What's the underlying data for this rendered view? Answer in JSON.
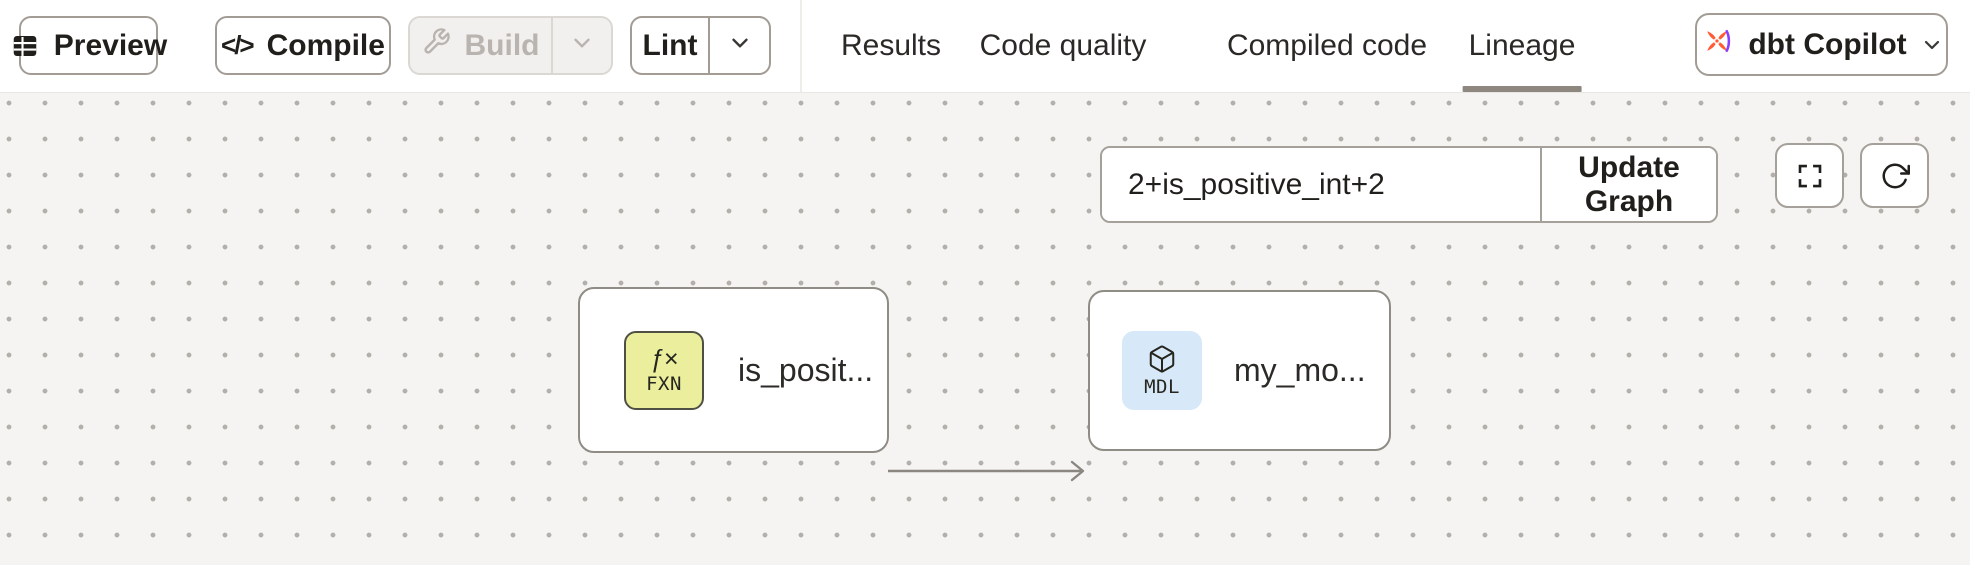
{
  "header": {
    "buttons": {
      "preview": "Preview",
      "compile": "Compile",
      "build": "Build",
      "lint": "Lint"
    },
    "tabs": {
      "results": "Results",
      "code_quality": "Code quality",
      "compiled_code": "Compiled code",
      "lineage": "Lineage"
    },
    "active_tab": "Lineage",
    "copilot_label": "dbt Copilot"
  },
  "canvas": {
    "selector_value": "2+is_positive_int+2",
    "update_graph_label": "Update Graph",
    "nodes": {
      "function_node": {
        "badge_symbol": "ƒ×",
        "badge_type": "FXN",
        "label": "is_posit..."
      },
      "model_node": {
        "badge_type": "MDL",
        "label": "my_mo..."
      }
    }
  },
  "icons": {
    "preview": "table-icon",
    "compile": "code-icon",
    "build": "wrench-icon",
    "caret": "chevron-down-icon",
    "copilot": "dbt-copilot-logo",
    "fullscreen": "fullscreen-icon",
    "refresh": "refresh-icon",
    "model_badge": "cube-icon",
    "function_badge": "fx-icon"
  },
  "colors": {
    "accent_orange": "#ff5c35",
    "accent_purple": "#8a3ffc",
    "function_badge_bg": "#eaee9d",
    "model_badge_bg": "#d7e9f9",
    "canvas_bg": "#f5f4f2",
    "edge": "#8b8680",
    "active_tab_underline": "#8d8780"
  }
}
